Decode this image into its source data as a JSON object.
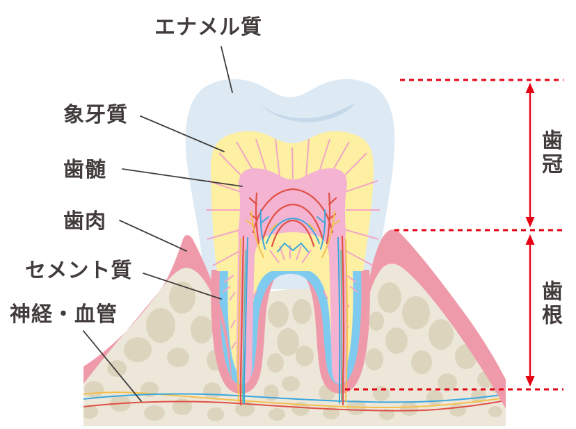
{
  "labels": {
    "enamel": "エナメル質",
    "dentin": "象牙質",
    "pulp": "歯髄",
    "gum": "歯肉",
    "cementum": "セメント質",
    "nerve_vessel": "神経・血管",
    "crown": "歯冠",
    "root": "歯根"
  },
  "colors": {
    "enamel": "#dde9f3",
    "enamel_shadow": "#c5d9ea",
    "dentin": "#fdf0a3",
    "dentin_line": "#f2a5c5",
    "pulp": "#f4b3d1",
    "cementum": "#7fcbf0",
    "gum": "#ef9aaa",
    "bone": "#ece7d8",
    "bone_blob": "#dcd4bd",
    "vessel_red": "#e05045",
    "vessel_blue": "#3aa7de",
    "vessel_yellow": "#f4bf4e",
    "vessel_green": "#5bbfa5",
    "accent_red": "#e60012",
    "ink": "#413c3b"
  }
}
